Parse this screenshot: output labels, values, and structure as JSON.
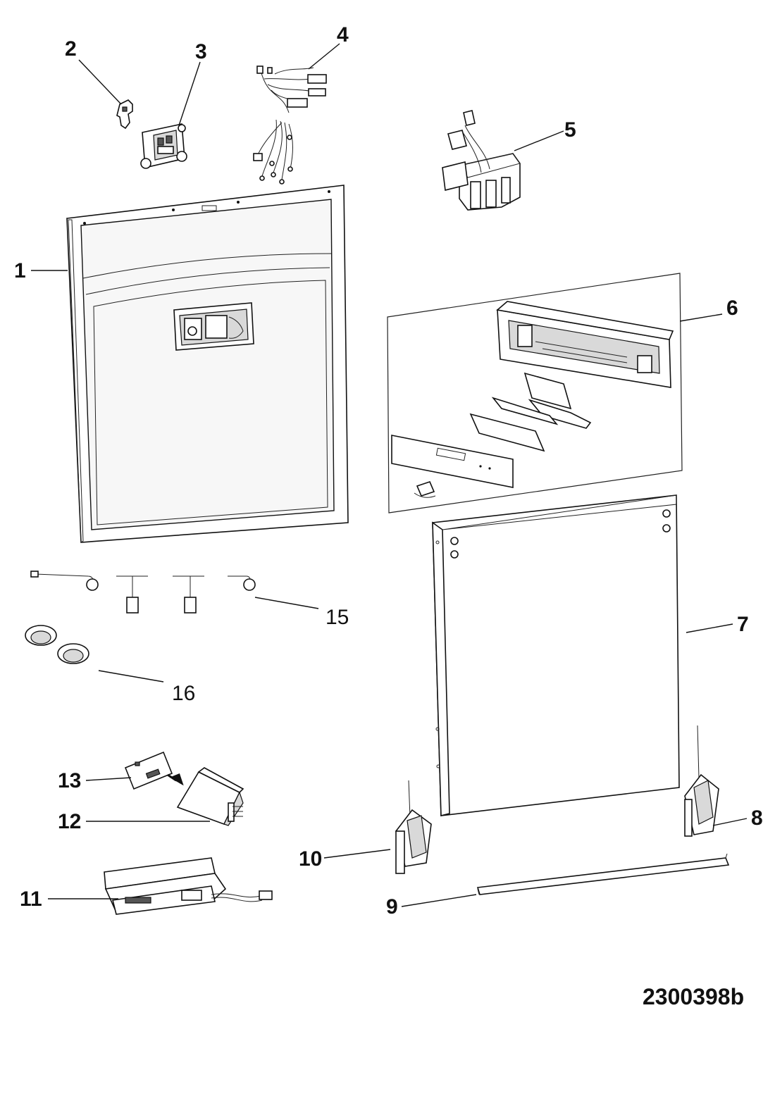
{
  "diagram": {
    "drawing_code": "2300398b",
    "callouts": [
      {
        "id": "1",
        "label": "1"
      },
      {
        "id": "2",
        "label": "2"
      },
      {
        "id": "3",
        "label": "3"
      },
      {
        "id": "4",
        "label": "4"
      },
      {
        "id": "5",
        "label": "5"
      },
      {
        "id": "6",
        "label": "6"
      },
      {
        "id": "7",
        "label": "7"
      },
      {
        "id": "8",
        "label": "8"
      },
      {
        "id": "9",
        "label": "9"
      },
      {
        "id": "10",
        "label": "10"
      },
      {
        "id": "11",
        "label": "11"
      },
      {
        "id": "12",
        "label": "12"
      },
      {
        "id": "13",
        "label": "13"
      },
      {
        "id": "15",
        "label": "15"
      },
      {
        "id": "16",
        "label": "16"
      }
    ]
  }
}
